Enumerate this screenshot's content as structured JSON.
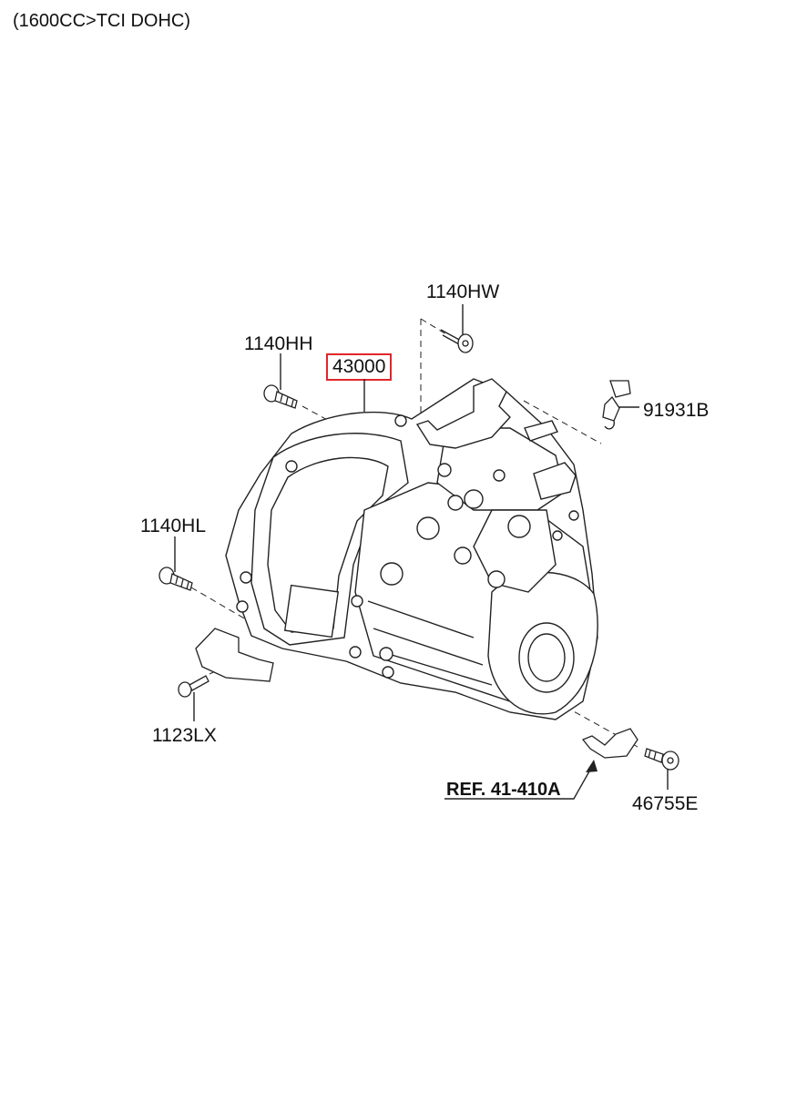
{
  "header": {
    "engine": "(1600CC>TCI DOHC)"
  },
  "parts": [
    {
      "id": "1140HW"
    },
    {
      "id": "1140HH"
    },
    {
      "id": "43000",
      "highlighted": true
    },
    {
      "id": "91931B"
    },
    {
      "id": "1140HL"
    },
    {
      "id": "1123LX"
    },
    {
      "id": "46755E"
    }
  ],
  "reference": {
    "label": "REF. 41-410A"
  },
  "colors": {
    "highlight": "#e0262b",
    "line": "#222222"
  }
}
